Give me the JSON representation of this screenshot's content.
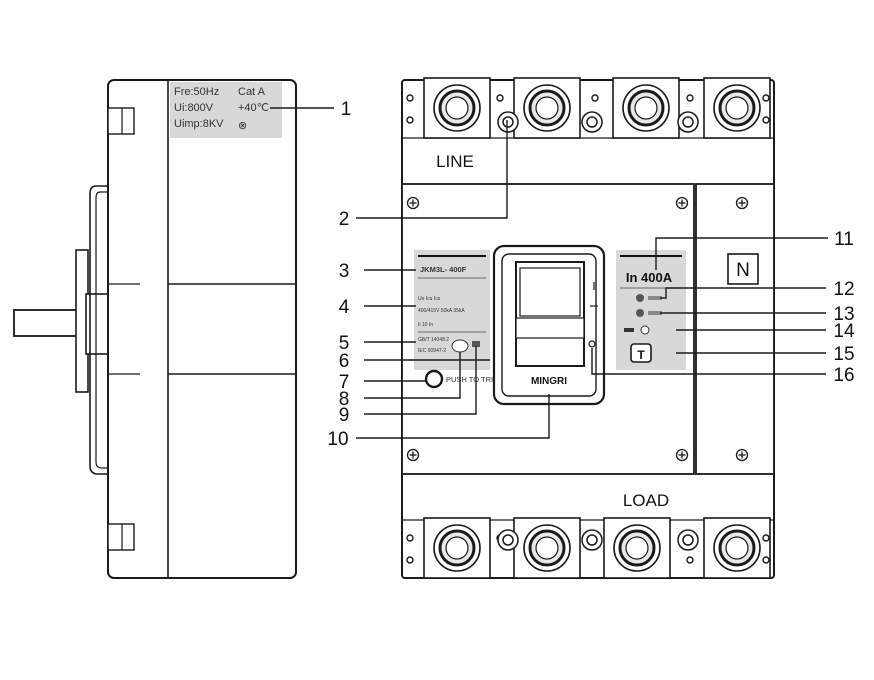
{
  "side_panel": {
    "line1_left": "Fre:50Hz",
    "line1_right": "Cat A",
    "line2_left": "Ui:800V",
    "line2_right": "+40℃",
    "line3_left": "Uimp:8KV",
    "symbol": "⊗"
  },
  "front": {
    "line_label": "LINE",
    "load_label": "LOAD",
    "brand": "MINGRI",
    "model": "JKM3L- 400F",
    "rating": "In 400A",
    "neutral": "N",
    "test_button": "T",
    "push_to_trip": "PUSH TO TRIP",
    "left_plate_rows": [
      "Ue       Icu     Ics",
      "400/415V  50kA   35kA",
      "Ii           10 In",
      "GB/T 14048.2",
      "IEC 60947-2"
    ]
  },
  "callouts": [
    "1",
    "2",
    "3",
    "4",
    "5",
    "6",
    "7",
    "8",
    "9",
    "10",
    "11",
    "12",
    "13",
    "14",
    "15",
    "16"
  ],
  "colors": {
    "line": "#1a1a1a",
    "plate": "#d8d8d8",
    "body": "#ffffff"
  }
}
